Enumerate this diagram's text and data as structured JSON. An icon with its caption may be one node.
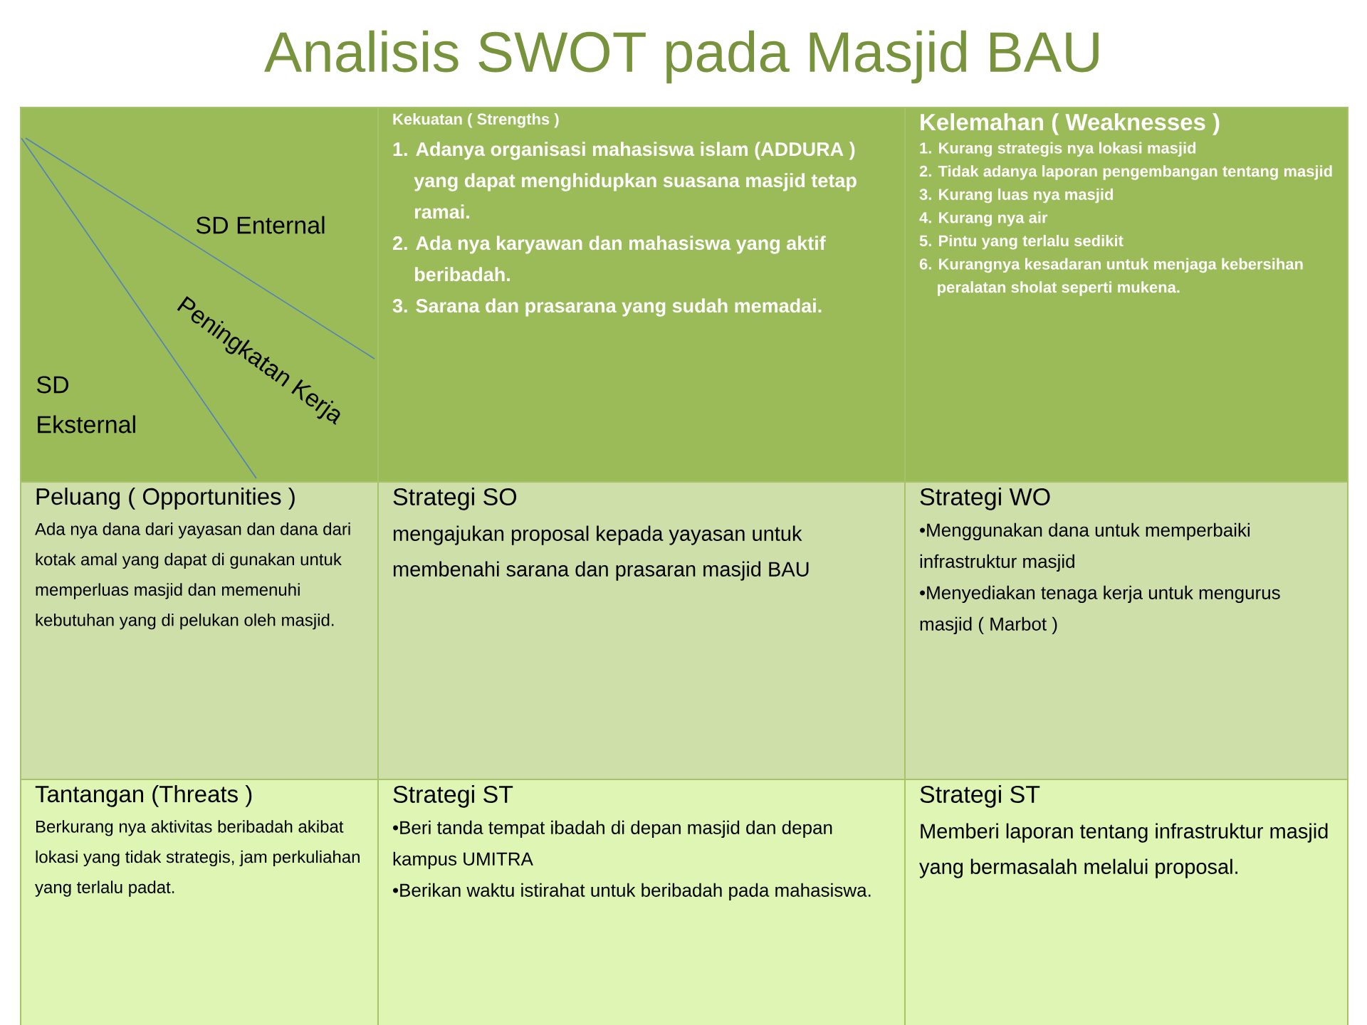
{
  "diagram": {
    "title": "Analisis SWOT pada Masjid BAU",
    "nodes": [
      {
        "text": [
          "SD Enternal",
          "Peningkatan Kerja",
          "SD Eksternal"
        ]
      },
      {
        "text": [
          "Kekuatan ( Strengths )",
          "1. Adanya organisasi mahasiswa islam (ADDURA ) yang dapat menghidupkan suasana masjid tetap ramai.",
          "2. Ada nya karyawan dan mahasiswa yang aktif beribadah.",
          "3. Sarana dan prasarana yang sudah memadai."
        ]
      },
      {
        "text": [
          "Kelemahan ( Weaknesses )",
          "1. Kurang strategis nya lokasi masjid",
          "2. Tidak adanya laporan pengembangan tentang masjid",
          "3. Kurang luas nya masjid",
          "4. Kurang nya air",
          "5. Pintu yang terlalu sedikit",
          "6. Kurangnya kesadaran untuk menjaga kebersihan peralatan sholat seperti mukena."
        ]
      },
      {
        "text": [
          "Peluang ( Opportunities )",
          "Ada nya dana dari yayasan dan dana dari kotak amal yang dapat di gunakan untuk memperluas masjid dan memenuhi kebutuhan yang di pelukan oleh masjid."
        ]
      },
      {
        "text": [
          "Strategi SO",
          "mengajukan proposal kepada yayasan untuk membenahi sarana dan prasaran masjid BAU"
        ]
      },
      {
        "text": [
          "Strategi WO",
          "•Menggunakan dana untuk memperbaiki infrastruktur masjid",
          "•Menyediakan tenaga kerja untuk mengurus masjid ( Marbot )"
        ]
      },
      {
        "text": [
          "Tantangan (Threats )",
          "Berkurang nya aktivitas beribadah akibat lokasi yang tidak strategis, jam perkuliahan yang terlalu padat."
        ]
      },
      {
        "text": [
          "Strategi ST",
          "•Beri tanda tempat ibadah di depan masjid dan depan kampus UMITRA",
          "•Berikan waktu istirahat untuk beribadah pada mahasiswa."
        ]
      },
      {
        "text": [
          "Strategi ST",
          "Memberi laporan tentang infrastruktur masjid yang bermasalah melalui proposal."
        ]
      }
    ]
  }
}
